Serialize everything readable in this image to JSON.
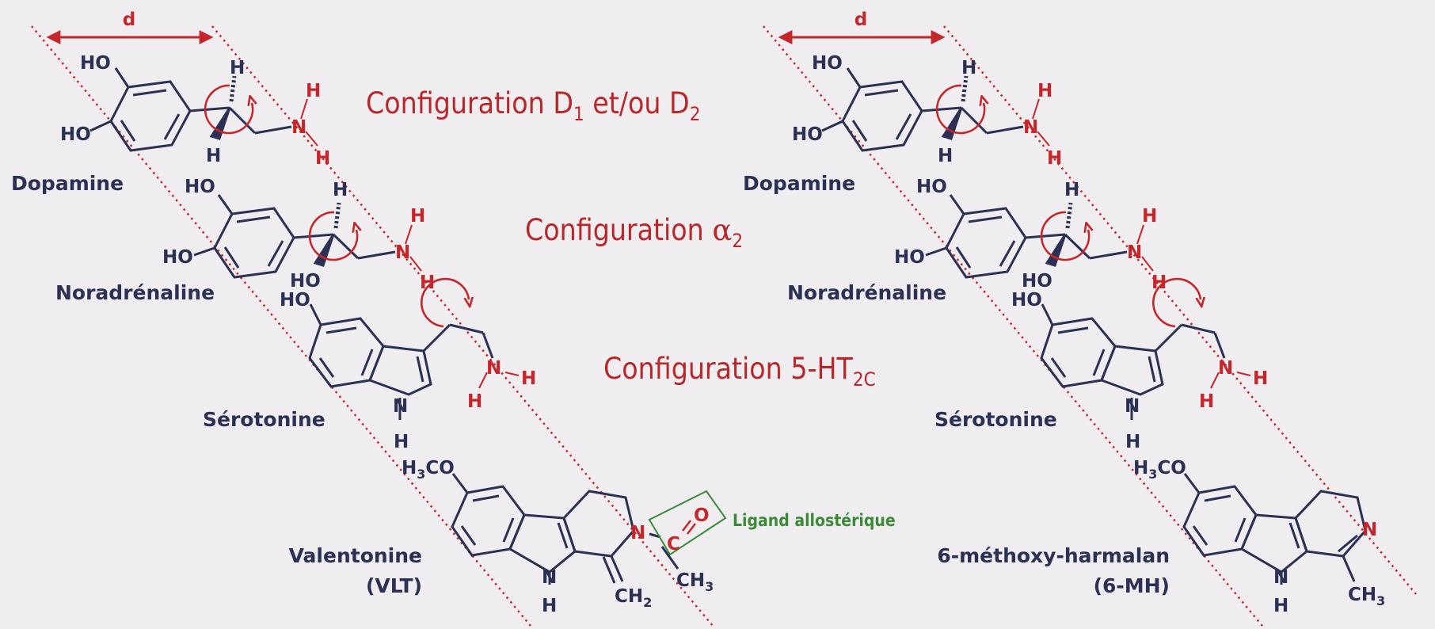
{
  "colors": {
    "navy": "#2b3055",
    "red": "#c4262a",
    "green": "#3a8a37",
    "background": "#efedf0"
  },
  "distance_label": "d",
  "configurations": {
    "d1d2": {
      "prefix": "Configuration D",
      "s1": "1",
      "mid": " et/ou D",
      "s2": "2"
    },
    "alpha2": {
      "prefix": "Configuration ",
      "greek": "α",
      "s1": "2"
    },
    "ht2c": {
      "prefix": "Configuration 5-HT",
      "s1": "2C"
    }
  },
  "molecules": {
    "dopamine": "Dopamine",
    "noradrenaline": "Noradrénaline",
    "serotonine": "Sérotonine",
    "valentonine": {
      "name": "Valentonine",
      "abbr": "(VLT)"
    },
    "harmalan": {
      "name": "6-méthoxy-harmalan",
      "abbr": "(6-MH)"
    }
  },
  "ligand_label": "Ligand allostérique",
  "atoms": {
    "HO": "HO",
    "H": "H",
    "N": "N",
    "C": "C",
    "O": "O",
    "H3CO": "H3CO",
    "CH2": "CH2",
    "CH3": "CH3"
  }
}
